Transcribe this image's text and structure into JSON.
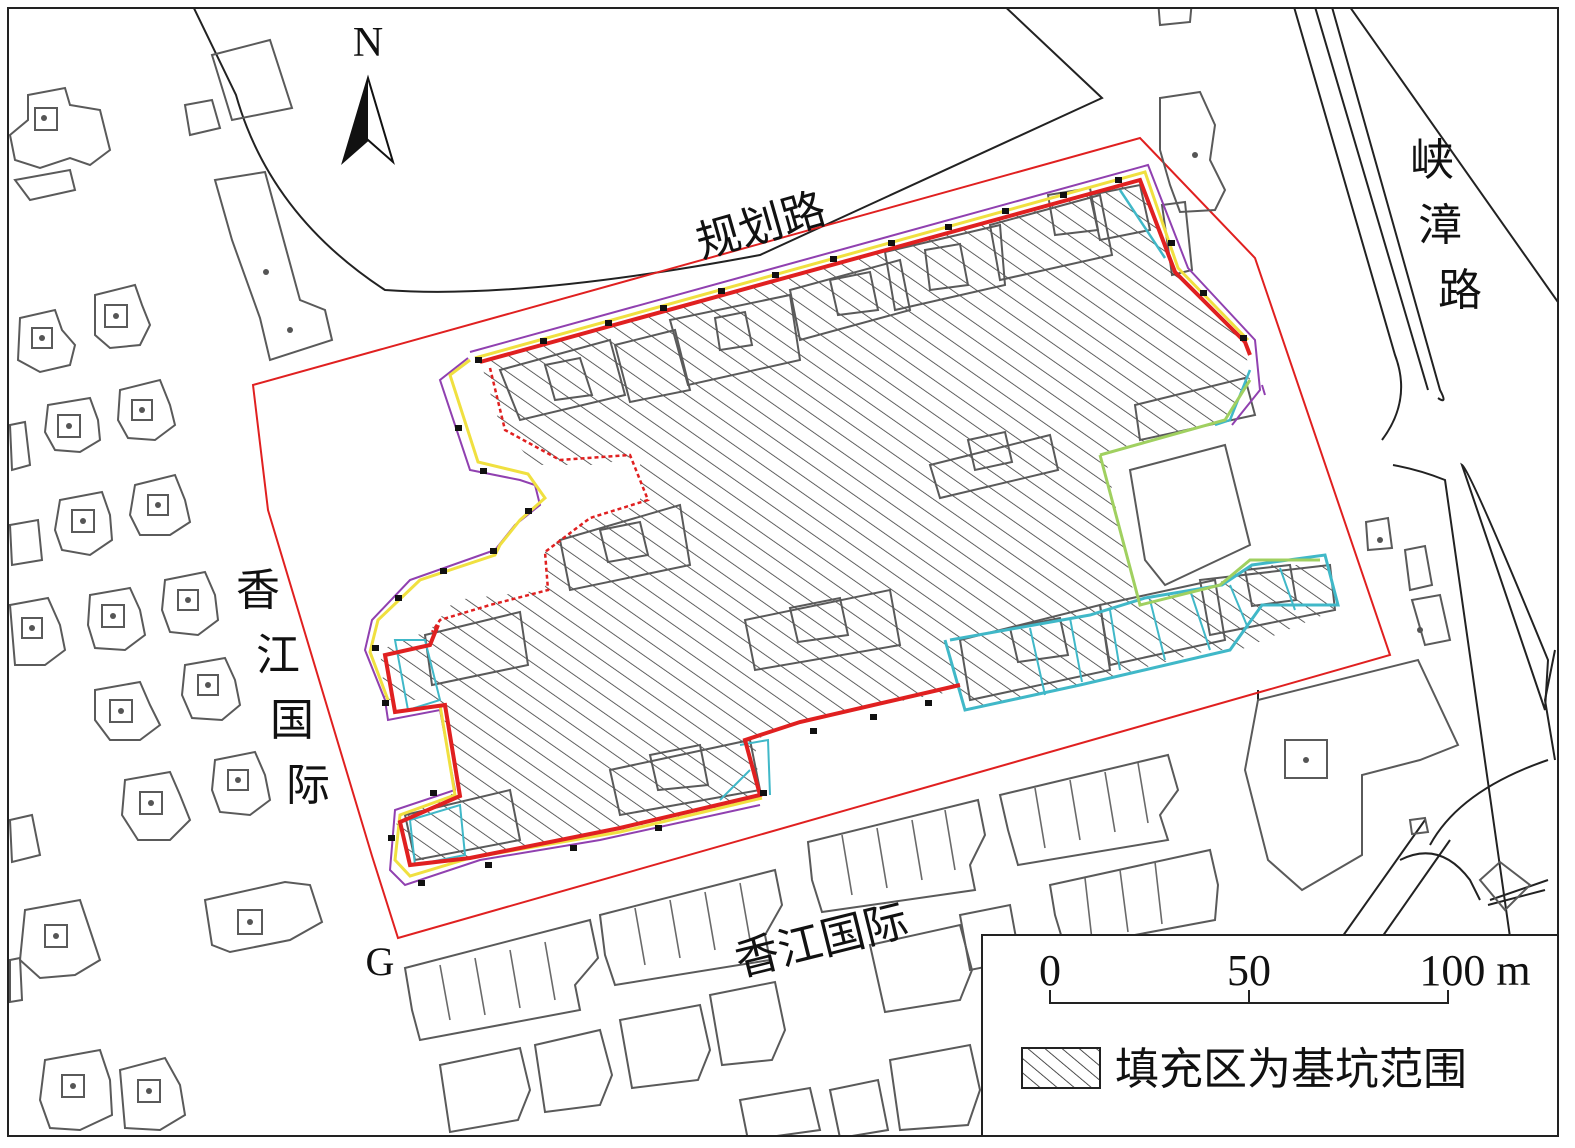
{
  "north_label": "N",
  "corner_label": "G",
  "road_north": "规划路",
  "road_east": [
    "峡",
    "漳",
    "路"
  ],
  "community_west": [
    "香",
    "江",
    "国",
    "际"
  ],
  "community_south": "香江国际",
  "scale": {
    "tick_0": "0",
    "tick_50": "50",
    "tick_100": "100 m"
  },
  "legend": {
    "label": "填充区为基坑范围"
  },
  "colors": {
    "site_boundary": "#e02020",
    "pit_boundary": "#e02020",
    "support_yellow": "#f0e040",
    "support_purple": "#9040b0",
    "support_cyan": "#40b8c8",
    "support_green": "#a0d060",
    "building": "#5a5a5a",
    "hatch": "#444444"
  }
}
